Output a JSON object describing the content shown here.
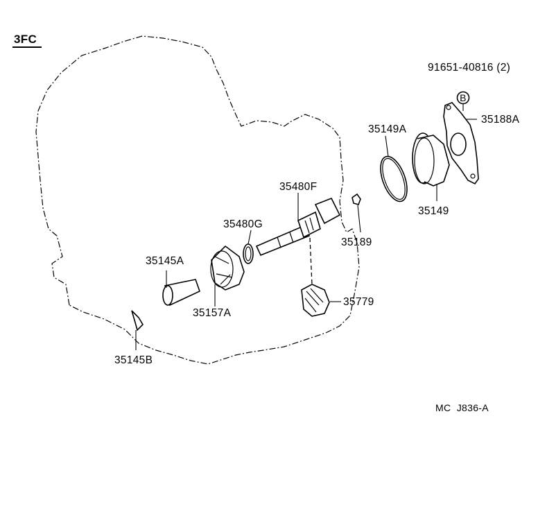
{
  "diagram": {
    "model_code": "3FC",
    "reference_code": "MC  J836-A",
    "bolt_note": "91651-40816 (2)",
    "bolt_marker": "B",
    "parts": [
      {
        "key": "p35188A",
        "label": "35188A"
      },
      {
        "key": "p35149A",
        "label": "35149A"
      },
      {
        "key": "p35149",
        "label": "35149"
      },
      {
        "key": "p35480F",
        "label": "35480F"
      },
      {
        "key": "p35480G",
        "label": "35480G"
      },
      {
        "key": "p35189",
        "label": "35189"
      },
      {
        "key": "p35145A",
        "label": "35145A"
      },
      {
        "key": "p35157A",
        "label": "35157A"
      },
      {
        "key": "p35779",
        "label": "35779"
      },
      {
        "key": "p35145B",
        "label": "35145B"
      }
    ]
  }
}
